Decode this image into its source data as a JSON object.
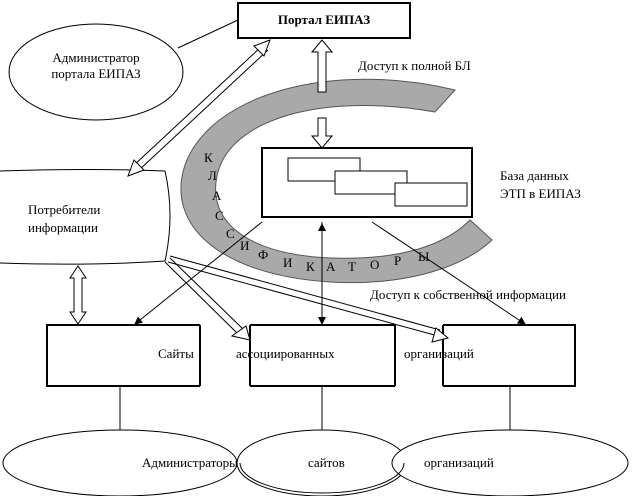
{
  "portal": {
    "title": "Портал ЕИПАЗ"
  },
  "admin_portal": {
    "line1": "Администратор",
    "line2": "портала ЕИПАЗ"
  },
  "full_db_access": "Доступ к полной БЛ",
  "consumers": {
    "line1": "Потребители",
    "line2": "информации"
  },
  "database": {
    "line1": "База данных",
    "line2": "ЭТП в ЕИПАЗ"
  },
  "classifiers_letters": [
    "К",
    "Л",
    "А",
    "С",
    "С",
    "И",
    "Ф",
    "И",
    "К",
    "А",
    "Т",
    "О",
    "Р",
    "Ы"
  ],
  "own_info_access": "Доступ к собственной информации",
  "sites": {
    "word1": "Сайты",
    "word2": "ассоциированных",
    "word3": "организаций"
  },
  "admins": {
    "word1": "Администраторы",
    "word2": "сайтов",
    "word3": "организаций"
  }
}
